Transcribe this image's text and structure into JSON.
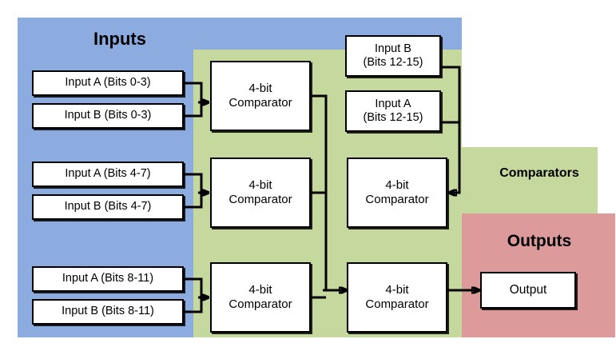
{
  "diagram": {
    "title_inputs": "Inputs",
    "title_comparators": "Comparators",
    "title_outputs": "Outputs",
    "colors": {
      "inputs_panel": "#8CACE0",
      "comparators_panel": "#C5D89D",
      "outputs_panel": "#DC9A9A",
      "box_fill": "#FFFFFF",
      "stroke": "#000000",
      "background": "#FFFFFF"
    },
    "inputs": [
      {
        "label": "Input A (Bits 0-3)"
      },
      {
        "label": "Input B (Bits 0-3)"
      },
      {
        "label": "Input A (Bits 4-7)"
      },
      {
        "label": "Input B (Bits 4-7)"
      },
      {
        "label": "Input A (Bits 8-11)"
      },
      {
        "label": "Input B (Bits 8-11)"
      },
      {
        "line1": "Input B",
        "line2": "(Bits 12-15)"
      },
      {
        "line1": "Input A",
        "line2": "(Bits 12-15)"
      }
    ],
    "comparators": [
      {
        "line1": "4-bit",
        "line2": "Comparator"
      },
      {
        "line1": "4-bit",
        "line2": "Comparator"
      },
      {
        "line1": "4-bit",
        "line2": "Comparator"
      },
      {
        "line1": "4-bit",
        "line2": "Comparator"
      },
      {
        "line1": "4-bit",
        "line2": "Comparator"
      }
    ],
    "outputs": [
      {
        "label": "Output"
      }
    ]
  }
}
